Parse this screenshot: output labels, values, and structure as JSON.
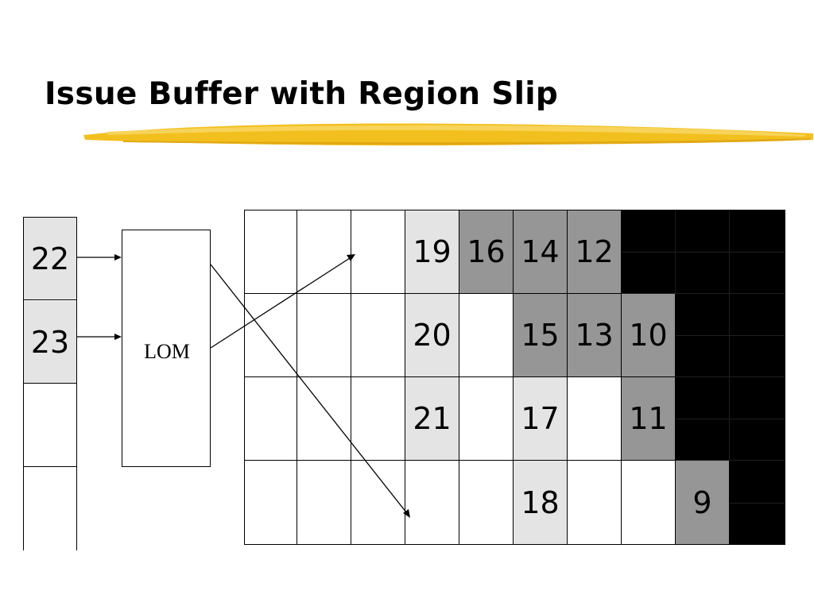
{
  "slide": {
    "title": "Issue Buffer with Region Slip",
    "underline_color": "#f2c01e"
  },
  "queue": {
    "slots": [
      {
        "label": "22",
        "fill": "#e4e4e4"
      },
      {
        "label": "23",
        "fill": "#e4e4e4"
      },
      {
        "label": "",
        "fill": "#ffffff"
      },
      {
        "label": "",
        "fill": "#ffffff"
      }
    ]
  },
  "lom": {
    "label": "LOM"
  },
  "colors": {
    "white": "#ffffff",
    "light": "#e4e4e4",
    "gray": "#969696",
    "black": "#000000"
  },
  "buffer": {
    "rows": [
      [
        {
          "label": "",
          "shade": "white"
        },
        {
          "label": "",
          "shade": "white"
        },
        {
          "label": "",
          "shade": "white"
        },
        {
          "label": "19",
          "shade": "light"
        },
        {
          "label": "16",
          "shade": "gray"
        },
        {
          "label": "14",
          "shade": "gray"
        },
        {
          "label": "12",
          "shade": "gray"
        },
        {
          "label": "",
          "shade": "black"
        },
        {
          "label": "",
          "shade": "black"
        },
        {
          "label": "",
          "shade": "black"
        }
      ],
      [
        {
          "label": "",
          "shade": "white"
        },
        {
          "label": "",
          "shade": "white"
        },
        {
          "label": "",
          "shade": "white"
        },
        {
          "label": "20",
          "shade": "light"
        },
        {
          "label": "",
          "shade": "white"
        },
        {
          "label": "15",
          "shade": "gray"
        },
        {
          "label": "13",
          "shade": "gray"
        },
        {
          "label": "10",
          "shade": "gray"
        },
        {
          "label": "",
          "shade": "black"
        },
        {
          "label": "",
          "shade": "black"
        }
      ],
      [
        {
          "label": "",
          "shade": "white"
        },
        {
          "label": "",
          "shade": "white"
        },
        {
          "label": "",
          "shade": "white"
        },
        {
          "label": "21",
          "shade": "light"
        },
        {
          "label": "",
          "shade": "white"
        },
        {
          "label": "17",
          "shade": "light"
        },
        {
          "label": "",
          "shade": "white"
        },
        {
          "label": "11",
          "shade": "gray"
        },
        {
          "label": "",
          "shade": "black"
        },
        {
          "label": "",
          "shade": "black"
        }
      ],
      [
        {
          "label": "",
          "shade": "white"
        },
        {
          "label": "",
          "shade": "white"
        },
        {
          "label": "",
          "shade": "white"
        },
        {
          "label": "",
          "shade": "white"
        },
        {
          "label": "",
          "shade": "white"
        },
        {
          "label": "18",
          "shade": "light"
        },
        {
          "label": "",
          "shade": "white"
        },
        {
          "label": "",
          "shade": "white"
        },
        {
          "label": "9",
          "shade": "gray"
        },
        {
          "label": "",
          "shade": "black"
        }
      ]
    ]
  }
}
